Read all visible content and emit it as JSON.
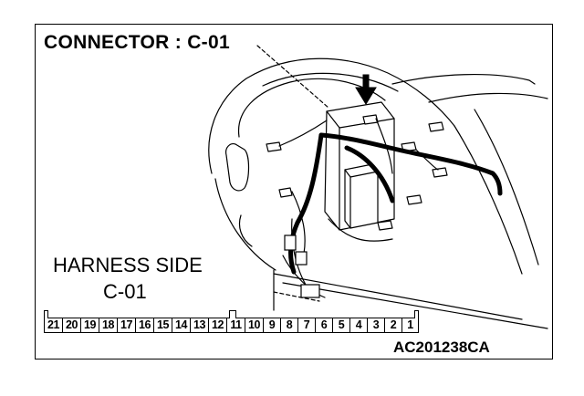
{
  "diagram": {
    "title": "CONNECTOR : C-01",
    "harness_label_line1": "HARNESS SIDE",
    "harness_label_line2": "C-01",
    "figure_code": "AC201238CA",
    "pins": [
      "21",
      "20",
      "19",
      "18",
      "17",
      "16",
      "15",
      "14",
      "13",
      "12",
      "11",
      "10",
      "9",
      "8",
      "7",
      "6",
      "5",
      "4",
      "3",
      "2",
      "1"
    ]
  }
}
